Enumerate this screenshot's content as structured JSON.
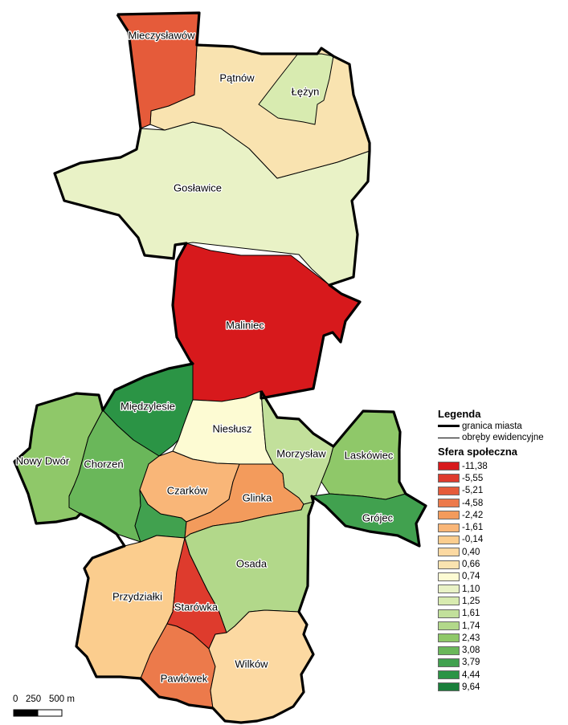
{
  "map": {
    "districts": [
      {
        "id": "mieczyslawow",
        "name": "Mieczysławów",
        "value": "-5,21",
        "color": "#e55b3a"
      },
      {
        "id": "patnow",
        "name": "Pątnów",
        "value": "0,66",
        "color": "#f9e3b0"
      },
      {
        "id": "lezyn",
        "name": "Łężyn",
        "value": "1,25",
        "color": "#d8ebb0"
      },
      {
        "id": "goslawice",
        "name": "Gosławice",
        "value": "1,10",
        "color": "#e9f2c6"
      },
      {
        "id": "maliniec",
        "name": "Maliniec",
        "value": "-11,38",
        "color": "#d7191c"
      },
      {
        "id": "miedzylesie",
        "name": "Międzylesie",
        "value": "4,44",
        "color": "#2b9445"
      },
      {
        "id": "niesluzs",
        "name": "Niesłusz",
        "value": "0,74",
        "color": "#fdfbd3"
      },
      {
        "id": "nowy-dwor",
        "name": "Nowy Dwór",
        "value": "2,43",
        "color": "#8fc869"
      },
      {
        "id": "chorzen",
        "name": "Chorzeń",
        "value": "3,08",
        "color": "#6ab75a"
      },
      {
        "id": "czarkow",
        "name": "Czarków",
        "value": "-1,61",
        "color": "#f9b678"
      },
      {
        "id": "glinka",
        "name": "Glinka",
        "value": "-2,42",
        "color": "#f39b5c"
      },
      {
        "id": "morzyslaw",
        "name": "Morzysław",
        "value": "1,61",
        "color": "#c2e09b"
      },
      {
        "id": "laskowiec",
        "name": "Laskówiec",
        "value": "2,43",
        "color": "#8fc869"
      },
      {
        "id": "grojec",
        "name": "Grójec",
        "value": "3,79",
        "color": "#41a14f"
      },
      {
        "id": "osada",
        "name": "Osada",
        "value": "1,74",
        "color": "#b2d88a"
      },
      {
        "id": "przydzialki",
        "name": "Przydziałki",
        "value": "-0,14",
        "color": "#fbcd8e"
      },
      {
        "id": "starowka",
        "name": "Starówka",
        "value": "-5,55",
        "color": "#de3b2d"
      },
      {
        "id": "pawlowek",
        "name": "Pawłówek",
        "value": "-4,58",
        "color": "#ec7a4b"
      },
      {
        "id": "wilkow",
        "name": "Wilków",
        "value": "0,40",
        "color": "#fcd9a2"
      },
      {
        "id": "green-strip",
        "name": "",
        "value": "3,79",
        "color": "#41a14f"
      }
    ]
  },
  "legend": {
    "title": "Legenda",
    "city_boundary": "granica miasta",
    "registry_areas": "obręby ewidencyjne",
    "sphere_title": "Sfera społeczna",
    "classes": [
      {
        "label": "-11,38",
        "color": "#d7191c"
      },
      {
        "label": "-5,55",
        "color": "#de3b2d"
      },
      {
        "label": "-5,21",
        "color": "#e55b3a"
      },
      {
        "label": "-4,58",
        "color": "#ec7a4b"
      },
      {
        "label": "-2,42",
        "color": "#f39b5c"
      },
      {
        "label": "-1,61",
        "color": "#f9b678"
      },
      {
        "label": "-0,14",
        "color": "#fbcd8e"
      },
      {
        "label": "0,40",
        "color": "#fcd9a2"
      },
      {
        "label": "0,66",
        "color": "#f9e3b0"
      },
      {
        "label": "0,74",
        "color": "#fdfbd3"
      },
      {
        "label": "1,10",
        "color": "#e9f2c6"
      },
      {
        "label": "1,25",
        "color": "#d8ebb0"
      },
      {
        "label": "1,61",
        "color": "#c2e09b"
      },
      {
        "label": "1,74",
        "color": "#b2d88a"
      },
      {
        "label": "2,43",
        "color": "#8fc869"
      },
      {
        "label": "3,08",
        "color": "#6ab75a"
      },
      {
        "label": "3,79",
        "color": "#41a14f"
      },
      {
        "label": "4,44",
        "color": "#2b9445"
      },
      {
        "label": "9,64",
        "color": "#1a7f3b"
      }
    ]
  },
  "scale": {
    "labels": [
      "0",
      "250",
      "500 m"
    ]
  }
}
